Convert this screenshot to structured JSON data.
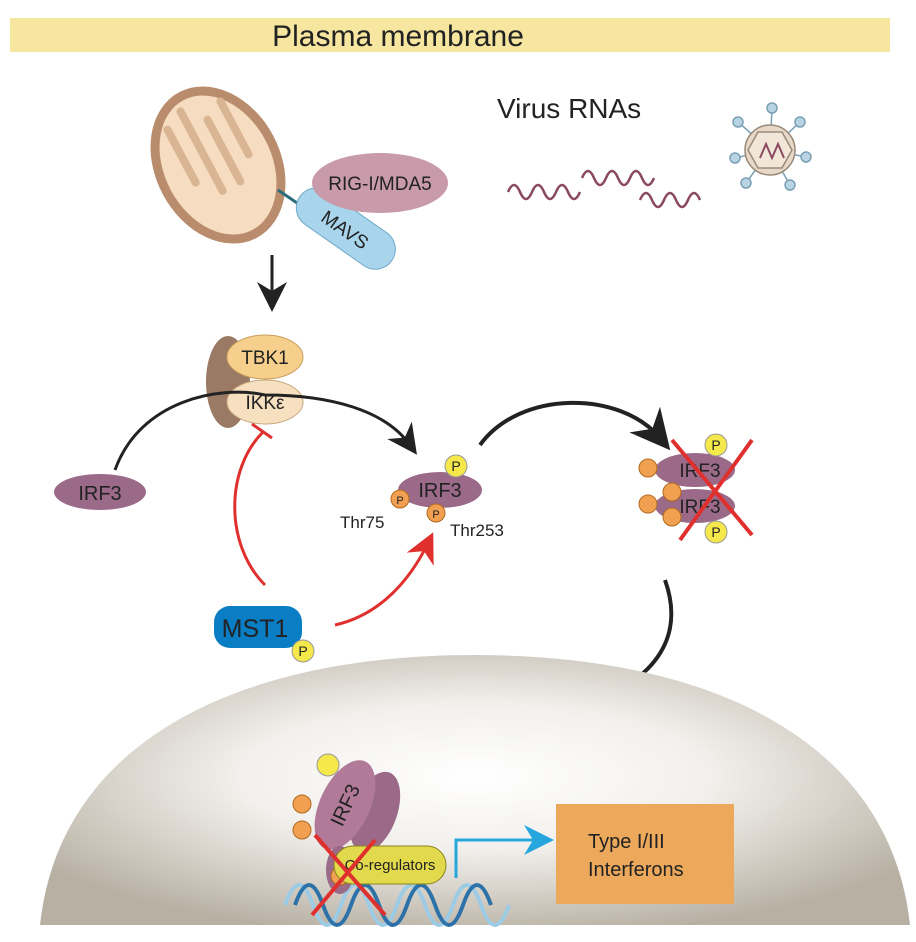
{
  "banner": {
    "label": "Plasma membrane",
    "color": "#f6e6a0"
  },
  "virus": {
    "label": "Virus RNAs"
  },
  "proteins": {
    "rig": "RIG-I/MDA5",
    "mavs": "MAVS",
    "tbk1": "TBK1",
    "ikke": "IKKε",
    "irf3": "IRF3",
    "mst1": "MST1",
    "phospho": "P",
    "coregulators": "Co-regulators"
  },
  "sites": {
    "thr75": "Thr75",
    "thr253": "Thr253"
  },
  "output": {
    "line1": "Type I/III",
    "line2": "Interferons",
    "color": "#eca95c"
  },
  "colors": {
    "activation": "#222222",
    "mst1_effect": "#e0302e",
    "transcription": "#27a6de",
    "mst1": "#0a7ec4",
    "irf3": "#9a6a88"
  }
}
